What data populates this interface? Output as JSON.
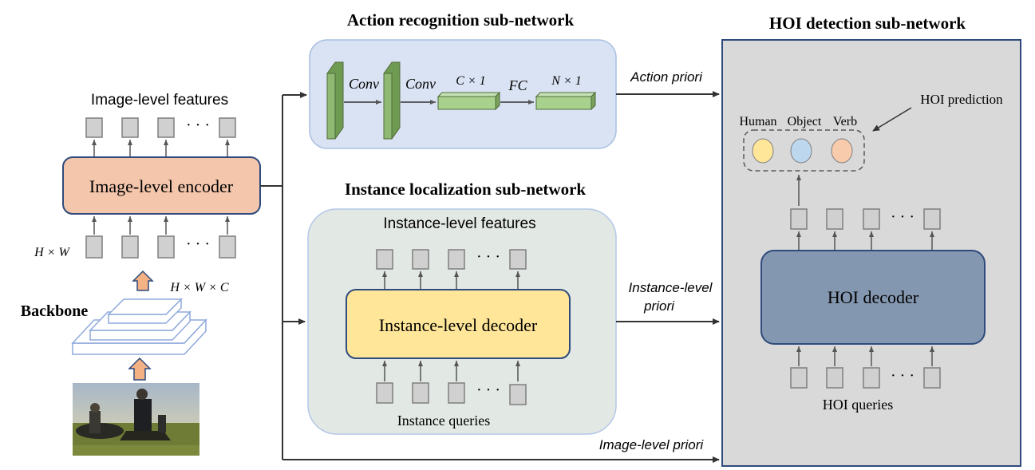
{
  "titles": {
    "action": "Action recognition sub-network",
    "instance": "Instance localization sub-network",
    "hoi": "HOI detection sub-network"
  },
  "left": {
    "features_label": "Image-level features",
    "encoder": "Image-level encoder",
    "hw_label": "H × W",
    "hwc_label": "H × W × C",
    "backbone": "Backbone",
    "ellipsis": "· · ·"
  },
  "action": {
    "conv1": "Conv",
    "conv2": "Conv",
    "c1": "C × 1",
    "fc": "FC",
    "n1": "N × 1"
  },
  "instance": {
    "features_label": "Instance-level features",
    "decoder": "Instance-level decoder",
    "queries": "Instance queries",
    "ellipsis": "· · ·"
  },
  "hoi": {
    "human": "Human",
    "object": "Object",
    "verb": "Verb",
    "prediction": "HOI prediction",
    "decoder": "HOI decoder",
    "queries": "HOI queries",
    "ellipsis": "· · ·"
  },
  "arrows": {
    "action_priori": "Action priori",
    "instance_priori_1": "Instance-level",
    "instance_priori_2": "priori",
    "image_priori": "Image-level priori"
  },
  "colors": {
    "encoder_fill": "#f4c6ac",
    "instance_decoder_fill": "#ffe699",
    "hoi_decoder_fill": "#8497b0",
    "action_panel_fill": "#dae3f3",
    "instance_panel_fill": "#e2e8e3",
    "hoi_panel_fill": "#d9d9d9",
    "conv_green": "#8fb972",
    "fc_green": "#a9d18e",
    "human_dot": "#ffe699",
    "object_dot": "#bdd7ee",
    "verb_dot": "#f8cbad",
    "up_arrow": "#f4b183"
  }
}
